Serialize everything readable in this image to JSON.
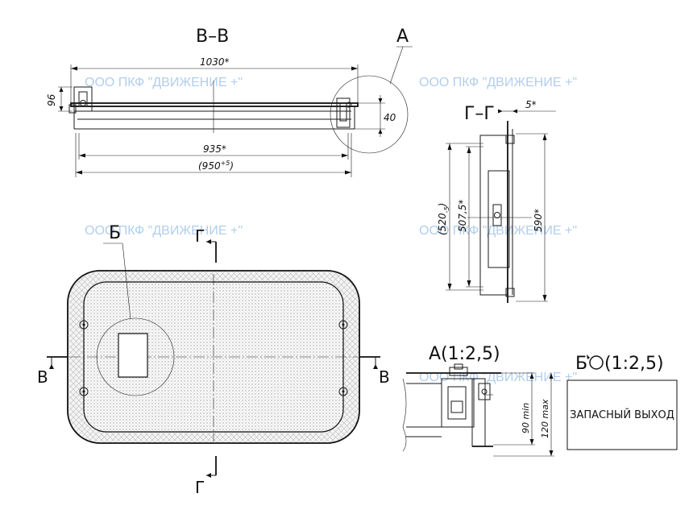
{
  "views": {
    "section_vv": "В–В",
    "section_gg": "Г–Г",
    "detail_a": "А(1:2,5)",
    "detail_b": "Б",
    "detail_b_scale": "(1:2,5)"
  },
  "callouts": {
    "a": "А",
    "b": "Б",
    "g_top": "Г",
    "g_bottom": "Г",
    "v_left": "В",
    "v_right": "В"
  },
  "dims_vv": {
    "overall": "1030*",
    "height": "96",
    "inner": "935*",
    "opening": "(950",
    "opening_tol": "+5",
    "opening_close": ")",
    "detail": "40"
  },
  "dims_gg": {
    "top": "5*",
    "d1": "(520",
    "d1_tol": "-5",
    "d1_close": ")",
    "d2": "507,5*",
    "d3": "590*"
  },
  "dims_a": {
    "min": "90 min",
    "max": "120 max"
  },
  "label_b": "ЗАПАСНЫЙ ВЫХОД",
  "watermark": "ООО ПКФ \"ДВИЖЕНИЕ +\""
}
